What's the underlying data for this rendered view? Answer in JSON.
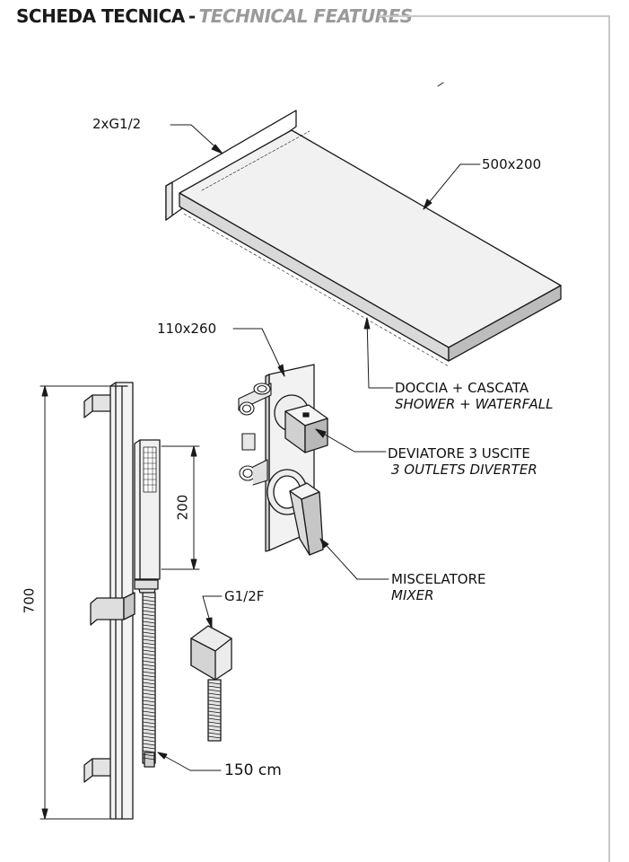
{
  "header": {
    "title": "SCHEDA TECNICA",
    "separator": "-",
    "subtitle": "TECHNICAL FEATURES"
  },
  "labels": {
    "inlet": "2xG1/2",
    "shower_size": "500x200",
    "plate_size": "110x260",
    "shower_it": "DOCCIA  + CASCATA",
    "shower_en": "SHOWER  + WATERFALL",
    "diverter_it": "DEVIATORE  3 USCITE",
    "diverter_en": "3 OUTLETS  DIVERTER",
    "mixer_it": "MISCELATORE",
    "mixer_en": "MIXER",
    "outlet": "G1/2F",
    "hose": "150 cm",
    "rail_height": "700",
    "handset_height": "200"
  },
  "colors": {
    "line": "#1a1a1a",
    "frame": "#c8c8c8",
    "subtitle": "#9a9a9a"
  }
}
